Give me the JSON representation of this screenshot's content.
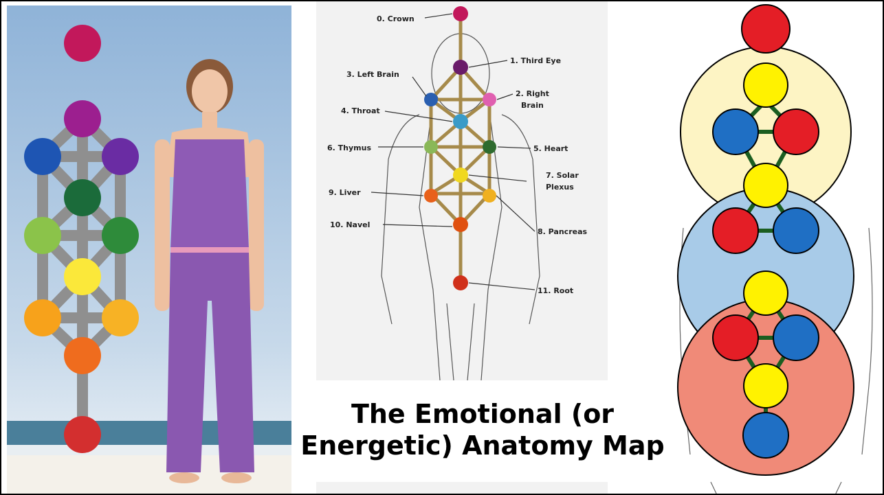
{
  "title": {
    "line1": "The Emotional (or",
    "line2": "Energetic) Anatomy Map"
  },
  "center_labels": {
    "crown": "0. Crown",
    "third_eye": "1. Third Eye",
    "right_brain_1": "2. Right",
    "right_brain_2": "Brain",
    "left_brain": "3. Left Brain",
    "throat": "4. Throat",
    "heart": "5. Heart",
    "thymus": "6. Thymus",
    "solar_plexus_1": "7. Solar",
    "solar_plexus_2": "Plexus",
    "pancreas": "8. Pancreas",
    "liver": "9. Liver",
    "navel": "10. Navel",
    "root": "11. Root"
  },
  "colors": {
    "magenta": "#c2185b",
    "purple": "#7b1fa2",
    "blue": "#1565c0",
    "dark_green": "#1b5e20",
    "light_green": "#7cb342",
    "green": "#2e7d32",
    "yellow": "#ffeb3b",
    "orange": "#f9a825",
    "deep_orange": "#ef6c00",
    "red": "#d32f2f",
    "pale_yellow": "#fff6c8",
    "pale_blue": "#a8cbe8",
    "salmon": "#f08a78",
    "sky": "#a9c6e0"
  }
}
